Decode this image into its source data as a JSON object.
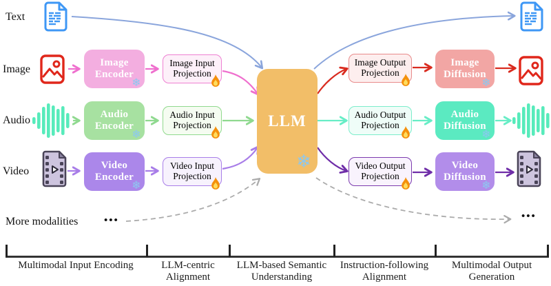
{
  "modalities": {
    "text": "Text",
    "image": "Image",
    "audio": "Audio",
    "video": "Video"
  },
  "more_modalities": {
    "label": "More modalities",
    "dots": "•••"
  },
  "llm": {
    "label": "LLM"
  },
  "encoders": {
    "image": "Image Encoder",
    "audio": "Audio Encoder",
    "video": "Video Encoder"
  },
  "input_projections": {
    "image": "Image Input Projection",
    "audio": "Audio Input Projection",
    "video": "Video Input Projection"
  },
  "output_projections": {
    "image": "Image Output Projection",
    "audio": "Audio Output Projection",
    "video": "Video Output Projection"
  },
  "diffusions": {
    "image": "Image Diffusion",
    "audio": "Audio Diffusion",
    "video": "Video Diffusion"
  },
  "stages": [
    "Multimodal Input Encoding",
    "LLM-centric Alignment",
    "LLM-based Semantic Understanding",
    "Instruction-following Alignment",
    "Multimodal Output Generation"
  ],
  "colors": {
    "text_blue": "#8AA5DC",
    "doc_icon_blue": "#3E97F5",
    "image_pink": "#EF6FCE",
    "image_encoder_fill": "#F3AEE0",
    "audio_green": "#8FD98F",
    "audio_encoder_fill": "#A7E1A1",
    "video_purple": "#A87DE8",
    "video_encoder_fill": "#AB87EA",
    "image_out_red": "#D92B1F",
    "image_diffusion_fill": "#F2A6A4",
    "audio_out_teal": "#67EDC6",
    "audio_diffusion_fill": "#5BEAC1",
    "video_out_purple": "#6F2DA8",
    "video_diffusion_fill": "#B28DEA",
    "llm_fill": "#F2BE68",
    "snowflake_blue": "#8CC8F0",
    "dashed_gray": "#ABABAB"
  }
}
